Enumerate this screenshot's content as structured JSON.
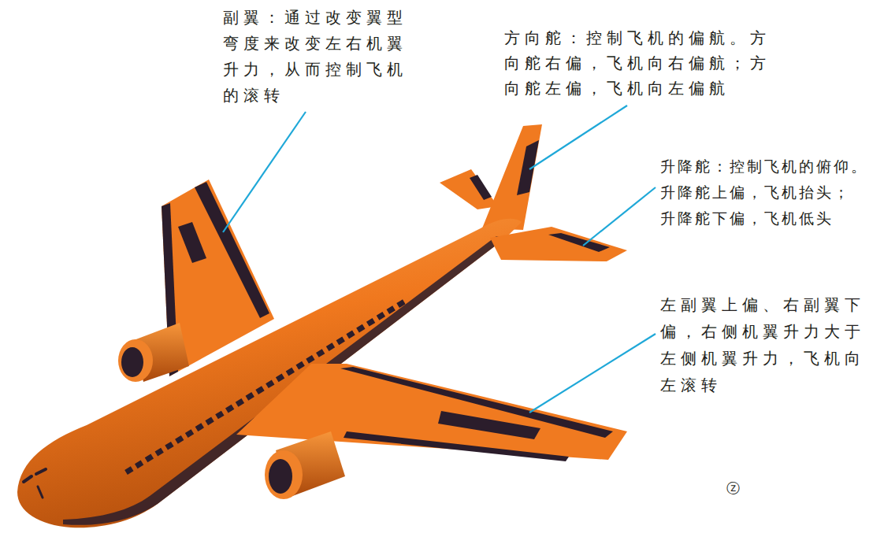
{
  "diagram": {
    "labels": [
      "副翼：通过改变翼型 弯度来改变左右机翼 升力，从而控制飞机 的滚转",
      "方向舵：控制飞机的偏航。方 向舵右偏，飞机向右偏航；方 向舵左偏，飞机向左偏航",
      "升降舵：控制飞机的俯仰。 升降舵上偏，飞机抬头； 升降舵下偏，飞机低头",
      "左副翼上偏、右副翼下 偏，右侧机翼升力大于 左侧机翼升力，飞机向 左滚转",
      "ⓩ"
    ]
  }
}
